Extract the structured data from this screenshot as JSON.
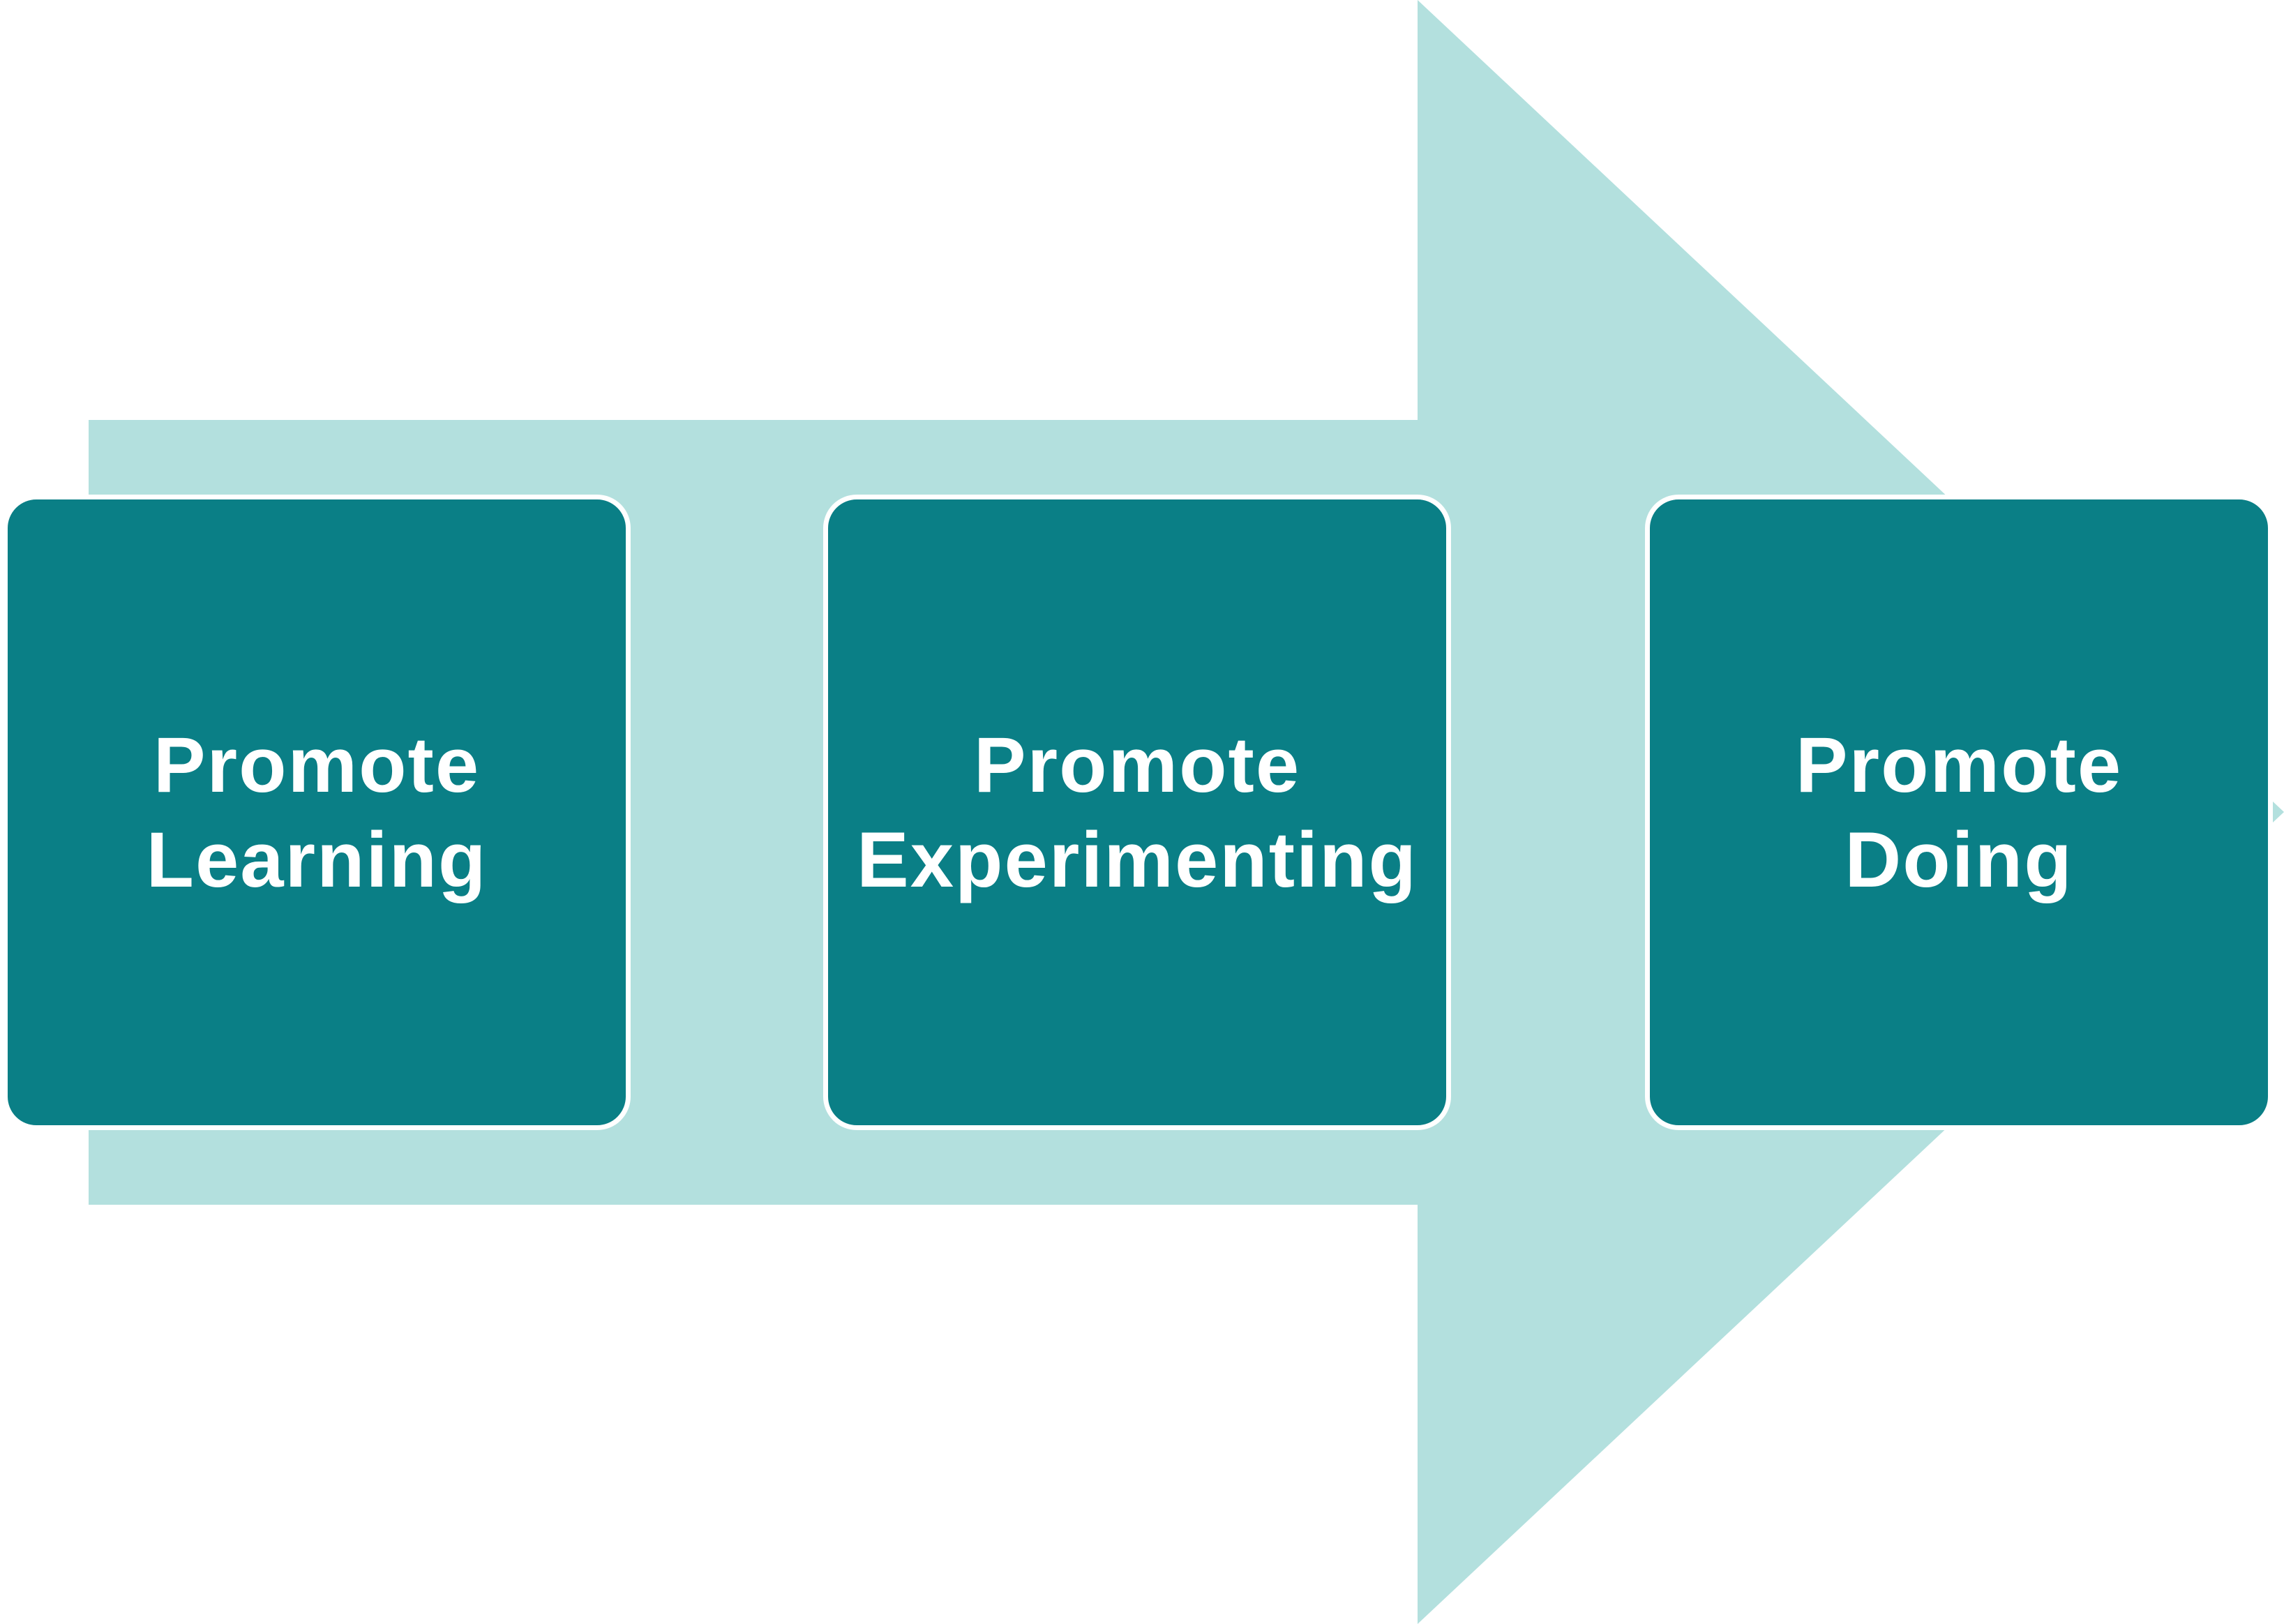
{
  "diagram": {
    "arrow_color": "#b3e0de",
    "box_color": "#0a7f86",
    "box_border_color": "#ffffff",
    "text_color": "#ffffff",
    "steps": [
      {
        "label": "Promote\nLearning"
      },
      {
        "label": "Promote\nExperimenting"
      },
      {
        "label": "Promote\nDoing"
      }
    ]
  }
}
